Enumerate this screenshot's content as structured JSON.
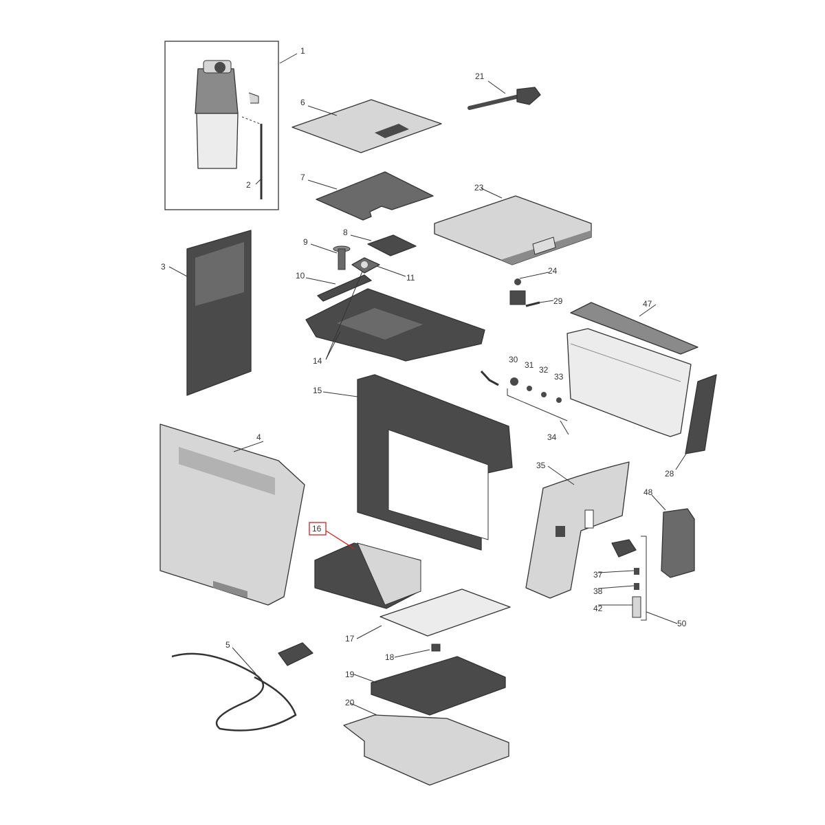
{
  "colors": {
    "dark": "#4a4a4a",
    "mid": "#8a8a8a",
    "light": "#d6d6d6",
    "pale": "#ececec",
    "line": "#333333",
    "highlight": "#cc2222"
  },
  "highlighted_part": "16",
  "labels": {
    "p1": "1",
    "p2": "2",
    "p3": "3",
    "p4": "4",
    "p5": "5",
    "p6": "6",
    "p7": "7",
    "p8": "8",
    "p9": "9",
    "p10": "10",
    "p11": "11",
    "p14": "14",
    "p15": "15",
    "p16": "16",
    "p17": "17",
    "p18": "18",
    "p19": "19",
    "p20": "20",
    "p21": "21",
    "p23": "23",
    "p24": "24",
    "p28": "28",
    "p29": "29",
    "p30": "30",
    "p31": "31",
    "p32": "32",
    "p33": "33",
    "p34": "34",
    "p35": "35",
    "p37": "37",
    "p38": "38",
    "p42": "42",
    "p47": "47",
    "p48": "48",
    "p50": "50"
  }
}
